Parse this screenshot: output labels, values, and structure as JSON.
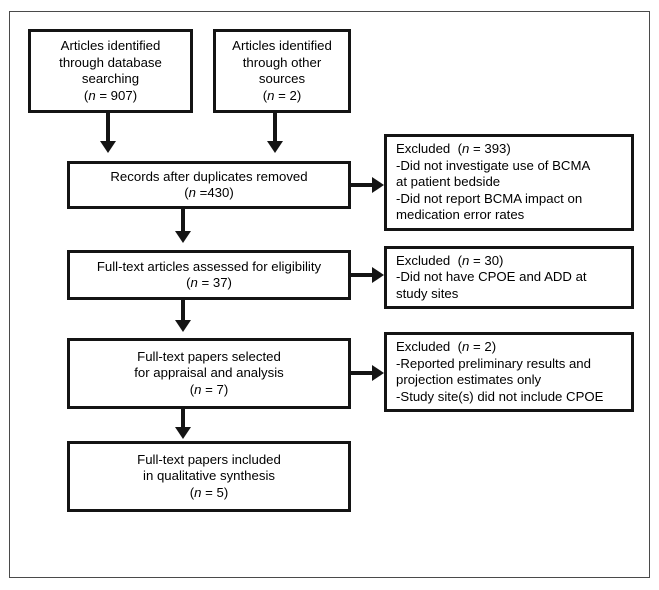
{
  "diagram": {
    "title": "PRISMA study selection flow diagram",
    "frame_color": "#4a4a4a",
    "box_border_color": "#141414",
    "connector_color": "#141414",
    "nodes": [
      {
        "id": "identified-database",
        "lines": [
          "Articles identified",
          "through database",
          "searching",
          "(n = 907)"
        ],
        "count_label": "(n = 907)",
        "n": 907
      },
      {
        "id": "identified-other",
        "lines": [
          "Articles identified",
          "through other",
          "sources",
          "(n = 2)"
        ],
        "count_label": "(n = 2)",
        "n": 2
      },
      {
        "id": "records-after-duplicates",
        "lines": [
          "Records after duplicates removed",
          "(n =430)"
        ],
        "count_label": "(n =430)",
        "n": 430
      },
      {
        "id": "fulltext-assessed",
        "lines": [
          "Full-text articles assessed for eligibility",
          "(n = 37)"
        ],
        "count_label": "(n = 37)",
        "n": 37
      },
      {
        "id": "fulltext-selected",
        "lines": [
          "Full-text papers selected",
          "for appraisal and analysis",
          "(n = 7)"
        ],
        "count_label": "(n = 7)",
        "n": 7
      },
      {
        "id": "fulltext-included",
        "lines": [
          "Full-text papers included",
          "in qualitative synthesis",
          "(n = 5)"
        ],
        "count_label": "(n = 5)",
        "n": 5
      },
      {
        "id": "excluded-1",
        "lines": [
          "Excluded  (n = 393)",
          "-Did not investigate use of BCMA",
          "at patient bedside",
          "-Did not report BCMA impact on",
          "medication error rates"
        ],
        "count_label": "(n = 393)",
        "n": 393
      },
      {
        "id": "excluded-2",
        "lines": [
          "Excluded  (n = 30)",
          "-Did not have CPOE and ADD at",
          "study sites"
        ],
        "count_label": "(n = 30)",
        "n": 30
      },
      {
        "id": "excluded-3",
        "lines": [
          "Excluded  (n = 2)",
          "-Reported preliminary results and",
          "projection estimates only",
          "-Study site(s) did not include CPOE"
        ],
        "count_label": "(n = 2)",
        "n": 2
      }
    ]
  },
  "text": {
    "n1_l1": "Articles identified",
    "n1_l2": "through database",
    "n1_l3": "searching",
    "n1_l4a": "(",
    "n1_l4b": "n",
    "n1_l4c": " = 907)",
    "n2_l1": "Articles identified",
    "n2_l2": "through other",
    "n2_l3": "sources",
    "n2_l4a": "(",
    "n2_l4b": "n",
    "n2_l4c": " = 2)",
    "n3_l1": "Records after duplicates removed",
    "n3_l2a": "(",
    "n3_l2b": "n",
    "n3_l2c": " =430)",
    "n4_l1": "Full-text articles assessed for eligibility",
    "n4_l2a": "(",
    "n4_l2b": "n",
    "n4_l2c": " = 37)",
    "n5_l1": "Full-text papers selected",
    "n5_l2": "for appraisal and analysis",
    "n5_l3a": "(",
    "n5_l3b": "n",
    "n5_l3c": " = 7)",
    "n6_l1": "Full-text papers included",
    "n6_l2": "in qualitative synthesis",
    "n6_l3a": "(",
    "n6_l3b": "n",
    "n6_l3c": " = 5)",
    "e1_l1a": "Excluded  (",
    "e1_l1b": "n",
    "e1_l1c": " = 393)",
    "e1_l2": "-Did not investigate use of BCMA",
    "e1_l3": "at patient bedside",
    "e1_l4": "-Did not report BCMA impact on",
    "e1_l5": "medication error rates",
    "e2_l1a": "Excluded  (",
    "e2_l1b": "n",
    "e2_l1c": " = 30)",
    "e2_l2": "-Did not have CPOE and ADD at",
    "e2_l3": "study sites",
    "e3_l1a": "Excluded  (",
    "e3_l1b": "n",
    "e3_l1c": " = 2)",
    "e3_l2": "-Reported preliminary results and",
    "e3_l3": "projection estimates only",
    "e3_l4": "-Study site(s) did not include CPOE"
  }
}
